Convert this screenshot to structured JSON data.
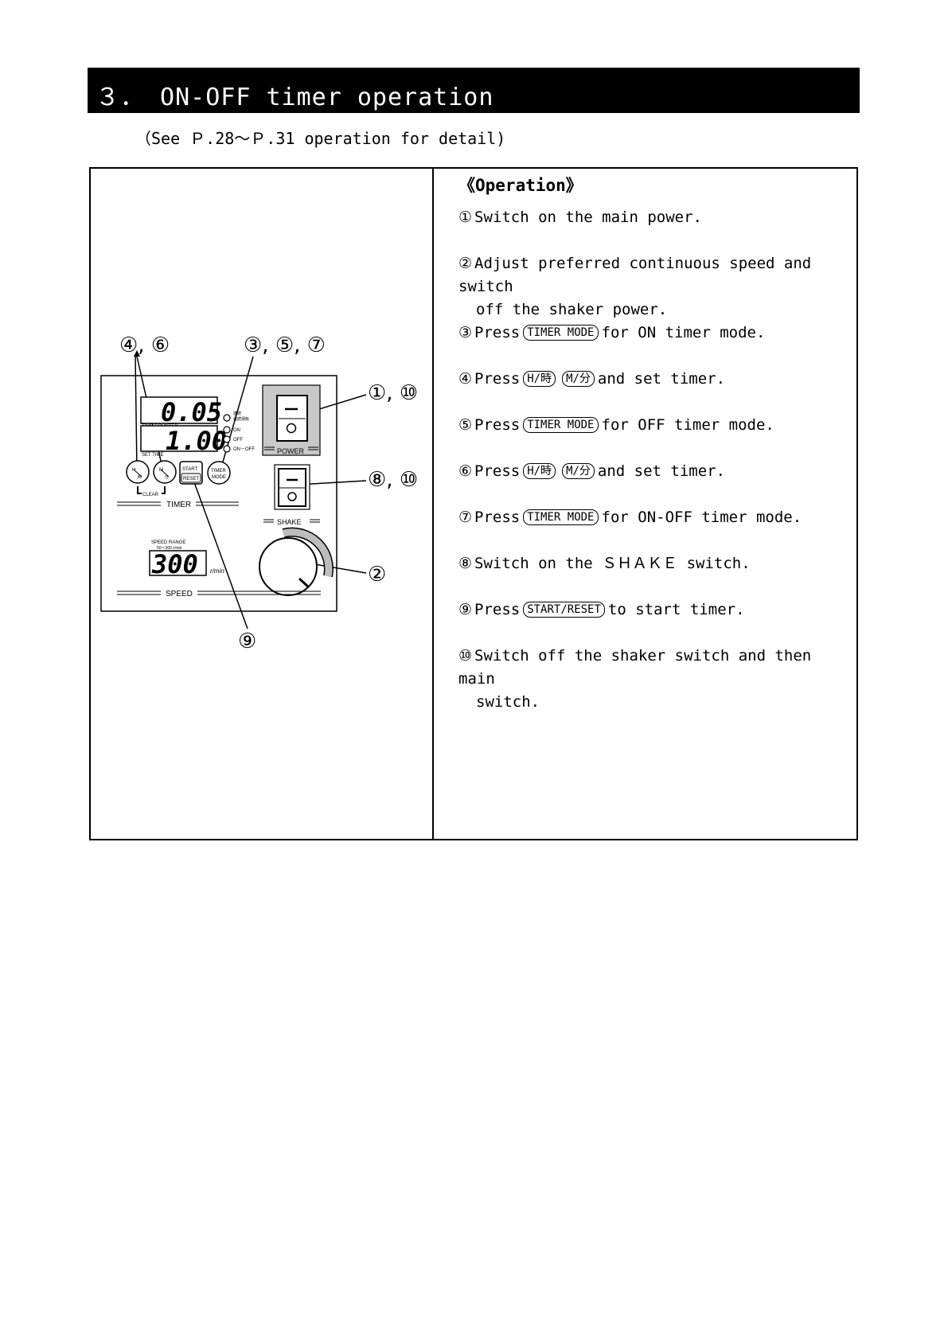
{
  "header": {
    "title": "３． ON-OFF timer operation"
  },
  "subtitle": "（See Ｐ.28～Ｐ.31 operation for detail)",
  "operation": {
    "heading": "《Operation》",
    "steps": [
      {
        "num": "①",
        "text": "Switch on the main power."
      },
      {
        "num": "②",
        "line1": "Adjust preferred continuous speed and switch",
        "line2": "off the shaker power."
      },
      {
        "num": "③",
        "before": "Press",
        "key": "TIMER MODE",
        "after": "for ON timer mode."
      },
      {
        "num": "④",
        "before": "Press",
        "key1": "H/時",
        "key2": "M/分",
        "after": "and set timer."
      },
      {
        "num": "⑤",
        "before": "Press",
        "key": "TIMER MODE",
        "after": "for OFF timer mode."
      },
      {
        "num": "⑥",
        "before": "Press",
        "key1": "H/時",
        "key2": "M/分",
        "after": "and set timer."
      },
      {
        "num": "⑦",
        "before": "Press",
        "key": "TIMER MODE",
        "after": "for ON-OFF timer mode."
      },
      {
        "num": "⑧",
        "text": "Switch on the ＳＨＡＫＥ switch."
      },
      {
        "num": "⑨",
        "before": "Press",
        "key": "START/RESET",
        "after": "to start timer."
      },
      {
        "num": "⑩",
        "line1": "Switch off the shaker switch and then main",
        "line2": "switch."
      }
    ]
  },
  "panel": {
    "callouts": {
      "c46": "④, ⑥",
      "c357": "③, ⑤, ⑦",
      "c110": "①, ⑩",
      "c810": "⑧, ⑩",
      "c2": "②",
      "c9": "⑨"
    },
    "time_counter_value": "0.05",
    "time_counter_label": "TIME COUNTER",
    "set_time_value": "1.00",
    "set_time_label": "SET TIME",
    "mode_leds": [
      "連続運転",
      "ON",
      "OFF",
      "ON－OFF"
    ],
    "mode_led_top_prefix": "連続",
    "buttons": {
      "h": "H 時",
      "m": "M 分",
      "start": "START",
      "reset": "RESET",
      "timer_mode_1": "TIMER",
      "timer_mode_2": "MODE"
    },
    "clear_label": "CLEAR",
    "timer_label": "TIMER",
    "power_label": "POWER",
    "shake_label": "SHAKE",
    "speed_range_label": "SPEED RANGE",
    "speed_range_value": "50～300 r/min",
    "speed_value": "300",
    "speed_unit": "r/min",
    "speed_label": "SPEED"
  }
}
